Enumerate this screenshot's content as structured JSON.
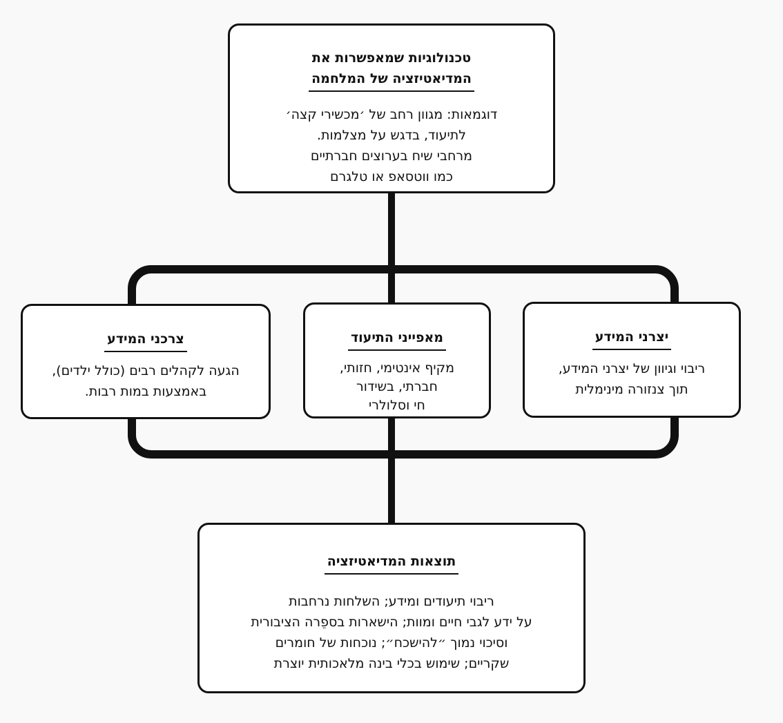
{
  "diagram": {
    "top_box": {
      "title_line1": "טכנולוגיות שמאפשרות את",
      "title_line2": "המדיאטיזציה של המלחמה",
      "body": [
        "דוגמאות: מגוון רחב של ׳מכשירי קצה׳",
        "לתיעוד, בדגש על מצלמות.",
        "מרחבי שיח בערוצים חברתיים",
        "כמו ווטסאפ או טלגרם"
      ]
    },
    "right_box": {
      "title": "יצרני המידע",
      "body": [
        "ריבוי וגיוון של יצרני המידע,",
        "תוך צנזורה מינימלית"
      ]
    },
    "middle_box": {
      "title": "מאפייני התיעוד",
      "body": [
        "מקיף אינטימי, חזותי,",
        "חברתי, בשידור",
        "חי וסלולרי"
      ]
    },
    "left_box": {
      "title": "צרכני המידע",
      "body": [
        "הגעה לקהלים רבים (כולל ילדים),",
        "באמצעות במות רבות."
      ]
    },
    "bottom_box": {
      "title": "תוצאות המדיאטיזציה",
      "body": [
        "ריבוי תיעודים ומידע; השלחות נרחבות",
        "על ידע לגבי חיים ומוות; הישארות בספֵרה הציבורית",
        "וסיכוי נמוך ״להישכח״; נוכחות של חומרים",
        "שקריים; שימוש בכלי בינה מלאכותית יוצרת"
      ]
    }
  }
}
